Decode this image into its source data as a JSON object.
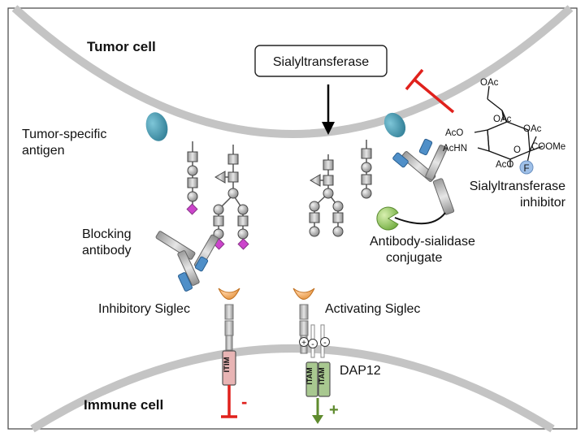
{
  "labels": {
    "tumor_cell": "Tumor cell",
    "immune_cell": "Immune cell",
    "sialyltransferase": "Sialyltransferase",
    "tumor_antigen_line1": "Tumor-specific",
    "tumor_antigen_line2": "antigen",
    "blocking_antibody_line1": "Blocking",
    "blocking_antibody_line2": "antibody",
    "inhibitory_siglec": "Inhibitory Siglec",
    "activating_siglec": "Activating Siglec",
    "conjugate_line1": "Antibody-sialidase",
    "conjugate_line2": "conjugate",
    "inhibitor_line1": "Sialyltransferase",
    "inhibitor_line2": "inhibitor",
    "dap12": "DAP12",
    "itim": "ITIM",
    "itam": "ITAM",
    "minus": "-",
    "plus": "+",
    "charge_plus": "+",
    "charge_minus": "-"
  },
  "chemistry": {
    "oac_top": "OAc",
    "oac_mid": "OAc",
    "oac_right": "OAc",
    "aco_left": "AcO",
    "achn": "AcHN",
    "aco_bottom": "AcO",
    "coome": "COOMe",
    "ring_o": "O",
    "fluorine": "F"
  },
  "colors": {
    "membrane": "#c8c8c8",
    "inhibition": "#e0211c",
    "activation": "#5f8b2e",
    "sialic_acid": "#cc44cc",
    "antigen": "#3e8fa5",
    "antibody_blue": "#4f8fc8",
    "siglec_orange": "#f0a050",
    "itim_fill": "#e8b4b4",
    "itam_fill": "#a8c890",
    "sialidase_green": "#8ec85a",
    "fluorine_circle": "#9fc0e8"
  }
}
